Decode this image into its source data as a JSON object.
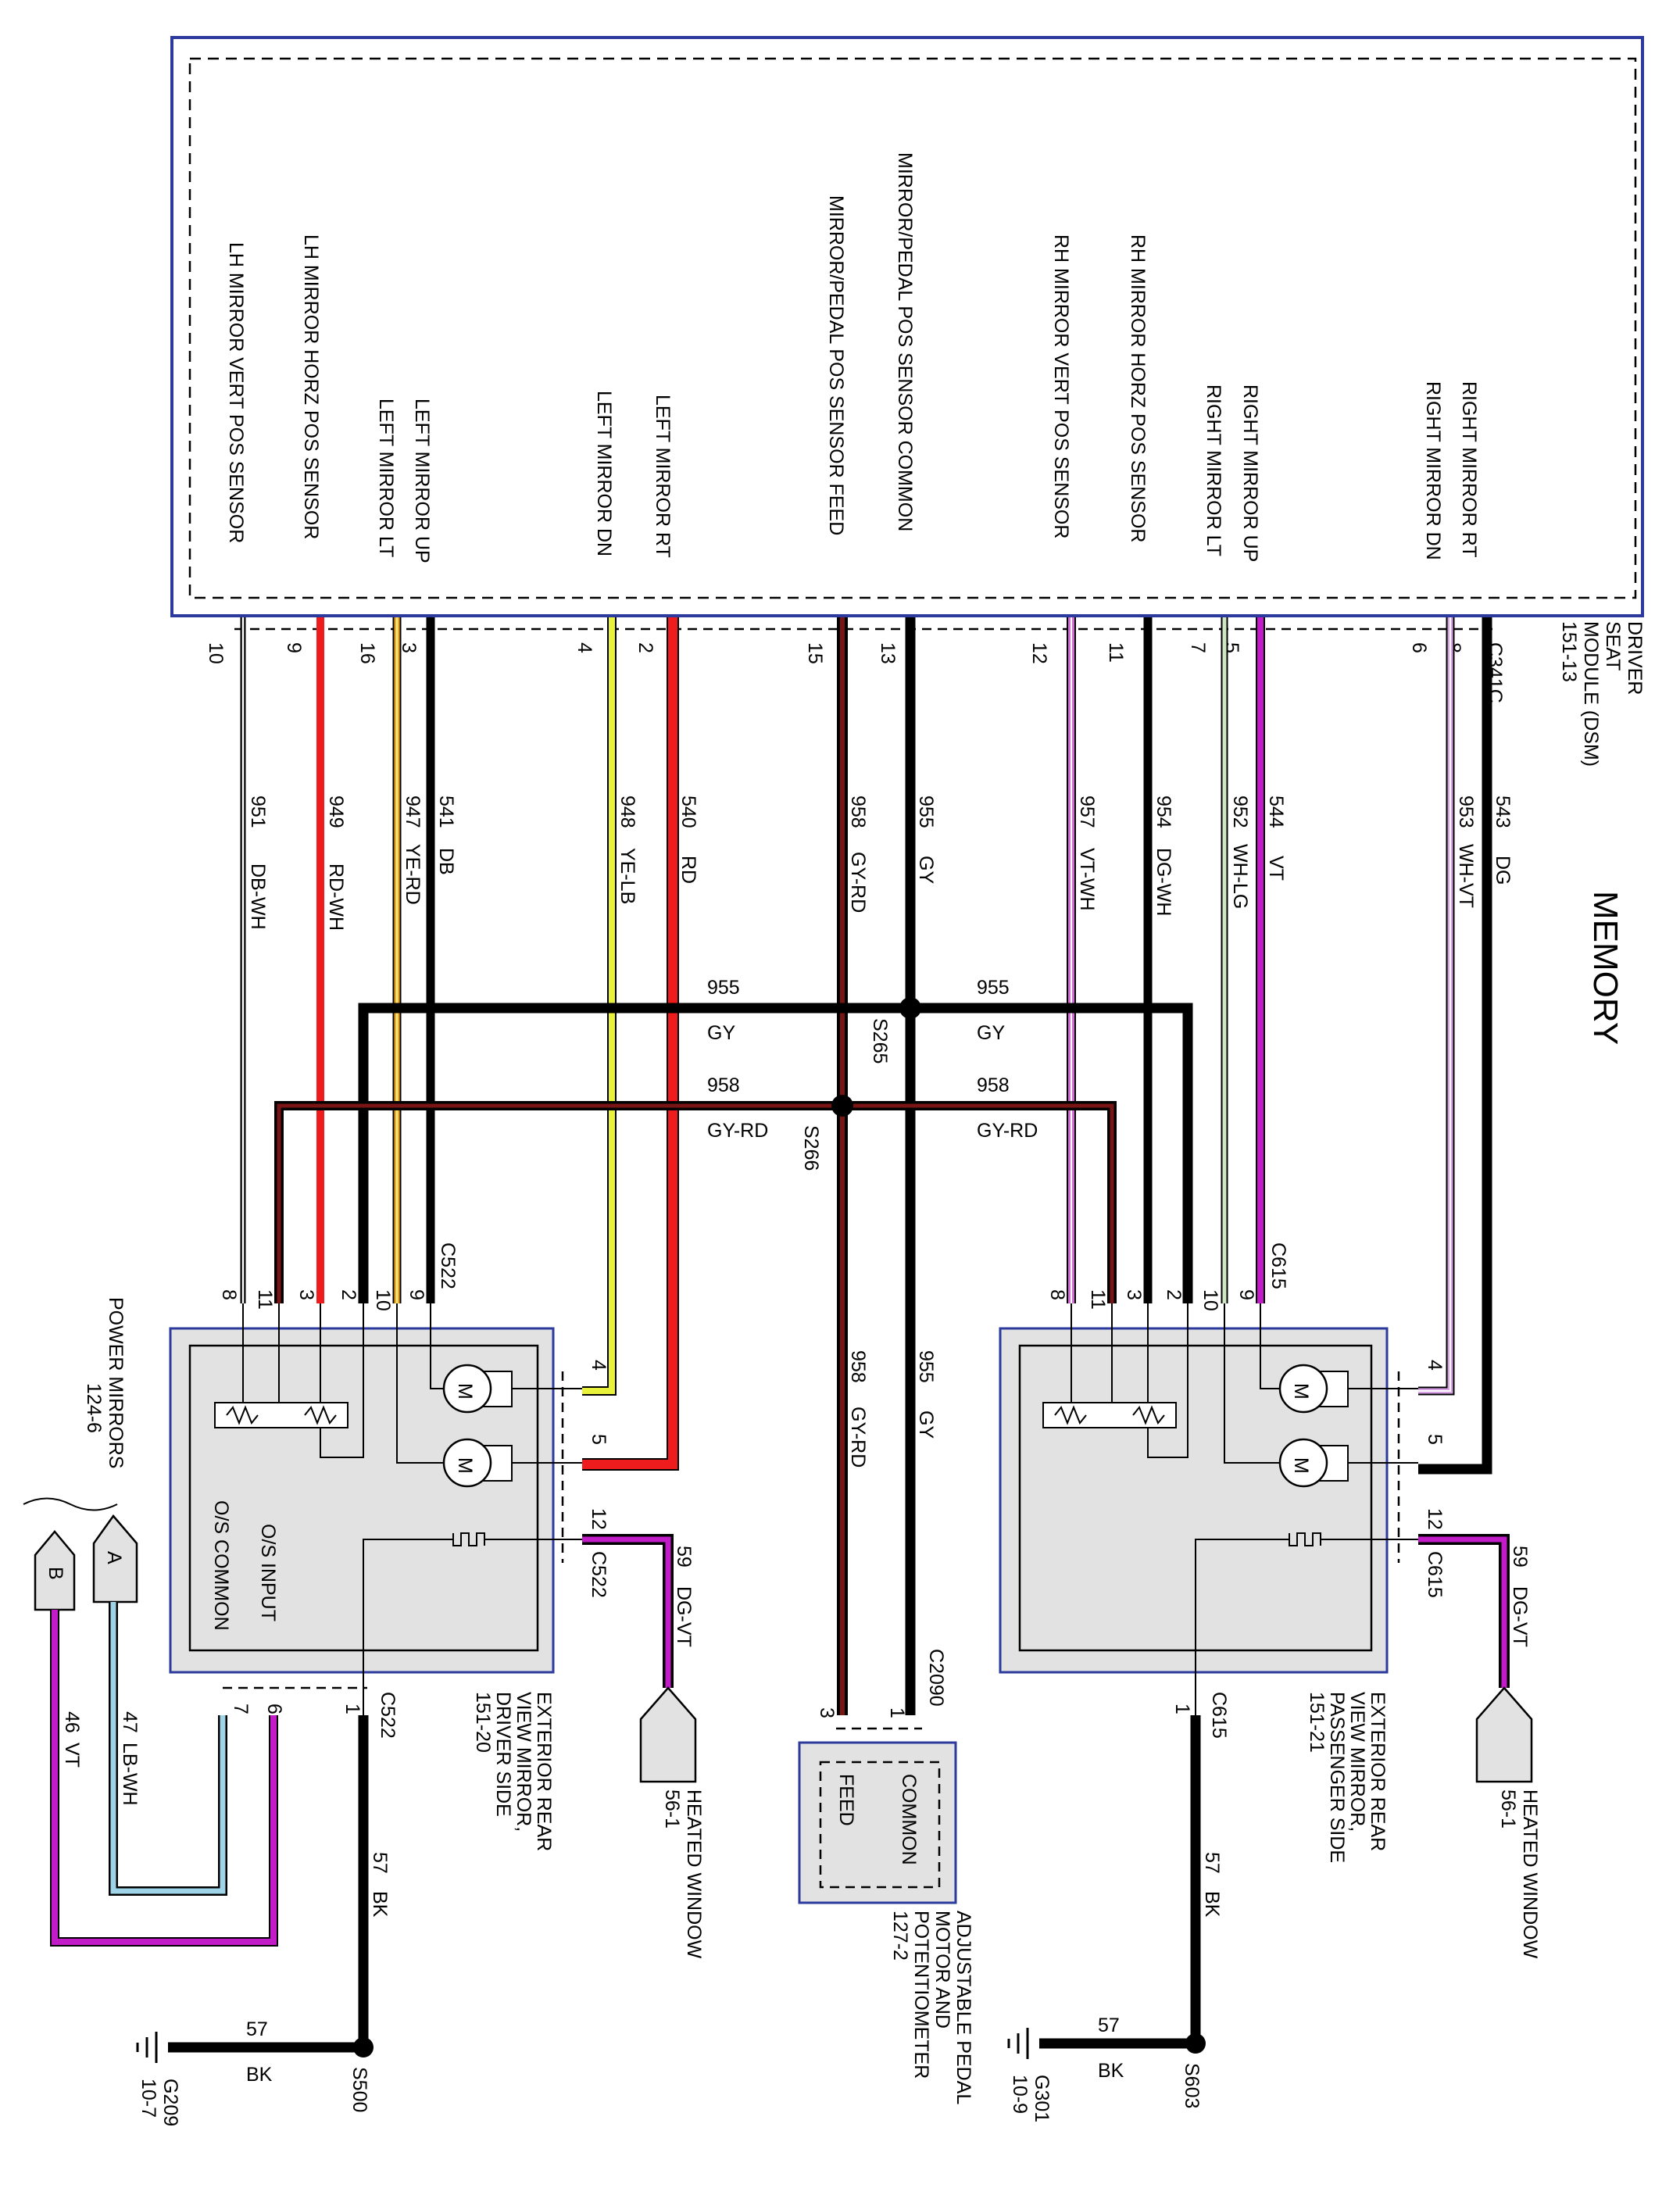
{
  "title": "MEMORY",
  "dsm": {
    "l1": "DRIVER",
    "l2": "SEAT",
    "l3": "MODULE (DSM)",
    "l4": "151-13",
    "connector": "C341C",
    "pins": [
      {
        "label": "LH MIRROR VERT POS SENSOR",
        "num": "10"
      },
      {
        "label": "LH MIRROR HORZ POS SENSOR",
        "num": "9"
      },
      {
        "label": "LEFT MIRROR LT",
        "num": "16"
      },
      {
        "label": "LEFT MIRROR UP",
        "num": "3"
      },
      {
        "label": "LEFT MIRROR DN",
        "num": "4"
      },
      {
        "label": "LEFT MIRROR RT",
        "num": "2"
      },
      {
        "label": "MIRROR/PEDAL POS SENSOR FEED",
        "num": "15"
      },
      {
        "label": "MIRROR/PEDAL POS SENSOR COMMON",
        "num": "13"
      },
      {
        "label": "RH MIRROR VERT POS SENSOR",
        "num": "12"
      },
      {
        "label": "RH MIRROR HORZ POS SENSOR",
        "num": "11"
      },
      {
        "label": "RIGHT MIRROR LT",
        "num": "7"
      },
      {
        "label": "RIGHT MIRROR UP",
        "num": "5"
      },
      {
        "label": "RIGHT MIRROR DN",
        "num": "6"
      },
      {
        "label": "RIGHT MIRROR RT",
        "num": "8"
      }
    ]
  },
  "wires": [
    {
      "circuit": "951",
      "color": "DB-WH"
    },
    {
      "circuit": "949",
      "color": "RD-WH"
    },
    {
      "circuit": "947",
      "color": "YE-RD"
    },
    {
      "circuit": "541",
      "color": "DB"
    },
    {
      "circuit": "948",
      "color": "YE-LB"
    },
    {
      "circuit": "540",
      "color": "RD"
    },
    {
      "circuit": "958",
      "color": "GY-RD"
    },
    {
      "circuit": "955",
      "color": "GY"
    },
    {
      "circuit": "957",
      "color": "VT-WH"
    },
    {
      "circuit": "954",
      "color": "DG-WH"
    },
    {
      "circuit": "952",
      "color": "WH-LG"
    },
    {
      "circuit": "544",
      "color": "VT"
    },
    {
      "circuit": "953",
      "color": "WH-VT"
    },
    {
      "circuit": "543",
      "color": "DG"
    }
  ],
  "splices": {
    "s265": "S265",
    "s266": "S266",
    "c955": "955",
    "w955": "GY",
    "c958": "958",
    "w958": "GY-RD"
  },
  "driver_mirror": {
    "l1": "EXTERIOR REAR",
    "l2": "VIEW MIRROR,",
    "l3": "DRIVER SIDE",
    "l4": "151-20",
    "connector": "C522",
    "top_pins": [
      "8",
      "11",
      "3",
      "2",
      "10",
      "9"
    ],
    "side_pins": [
      "4",
      "5",
      "12"
    ],
    "bottom_pins": [
      "7",
      "6",
      "1"
    ],
    "input": "O/S INPUT",
    "common": "O/S COMMON",
    "motor": "M"
  },
  "passenger_mirror": {
    "l1": "EXTERIOR REAR",
    "l2": "VIEW MIRROR,",
    "l3": "PASSENGER SIDE",
    "l4": "151-21",
    "connector": "C615",
    "top_pins": [
      "8",
      "11",
      "3",
      "2",
      "10",
      "9"
    ],
    "side_pins": [
      "4",
      "5",
      "12"
    ],
    "bottom_pins": [
      "1"
    ],
    "motor": "M"
  },
  "pedal": {
    "connector": "C2090",
    "pins": [
      "1",
      "3"
    ],
    "common": "COMMON",
    "feed": "FEED",
    "l1": "ADJUSTABLE PEDAL",
    "l2": "MOTOR AND",
    "l3": "POTENTIOMETER",
    "l4": "127-2",
    "w1": {
      "circuit": "955",
      "color": "GY"
    },
    "w2": {
      "circuit": "958",
      "color": "GY-RD"
    }
  },
  "heated": {
    "circuit": "59",
    "color": "DG-VT",
    "label": "HEATED WINDOW",
    "ref": "56-1"
  },
  "power_mirrors": {
    "l1": "POWER MIRRORS",
    "l2": "124-6",
    "a": "A",
    "b": "B",
    "wa": {
      "circuit": "47",
      "color": "LB-WH"
    },
    "wb": {
      "circuit": "46",
      "color": "VT"
    }
  },
  "ground_left": {
    "circuit": "57",
    "color": "BK",
    "splice": "S500",
    "ground": "G209",
    "ref": "10-7"
  },
  "ground_right": {
    "circuit": "57",
    "color": "BK",
    "splice": "S603",
    "ground": "G301",
    "ref": "10-9"
  },
  "colors": {
    "border": "#2b3a9c",
    "module_fill": "#ffffff",
    "mirror_fill": "#e2e2e2",
    "black": "#000000",
    "red": "#ee1c1c",
    "yellow": "#e8f23a",
    "magenta": "#c21cc8",
    "gyrd": "#5a0f0f",
    "lightblue": "#9fd4e8",
    "orange": "#f5a623"
  }
}
